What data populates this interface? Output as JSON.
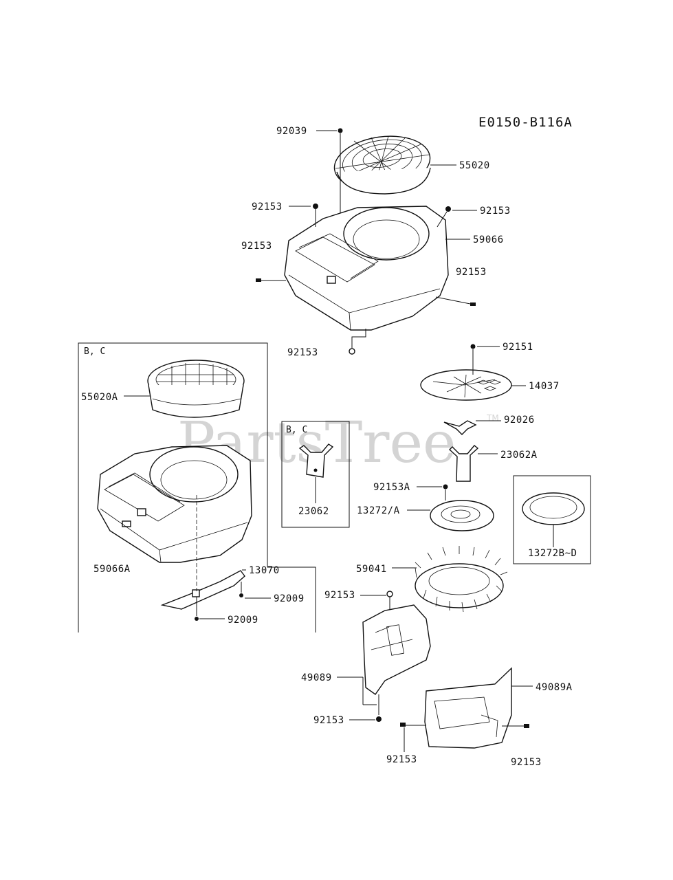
{
  "diagram_code": "E0150-B116A",
  "watermark": {
    "text": "PartsTree",
    "trademark": "TM"
  },
  "group_labels": {
    "left_box": "B, C",
    "inner_box": "B, C"
  },
  "parts": {
    "p92039": "92039",
    "p55020": "55020",
    "p92153_a": "92153",
    "p92153_b": "92153",
    "p92153_c": "92153",
    "p59066": "59066",
    "p92153_d": "92153",
    "p92153_e": "92153",
    "p92151": "92151",
    "p14037": "14037",
    "p92026": "92026",
    "p23062A": "23062A",
    "p92153A": "92153A",
    "p13272A": "13272/A",
    "p13272BD": "13272B~D",
    "p59041": "59041",
    "p92153_f": "92153",
    "p49089": "49089",
    "p49089A": "49089A",
    "p92153_g": "92153",
    "p92153_h": "92153",
    "p92153_i": "92153",
    "p55020A": "55020A",
    "p59066A": "59066A",
    "p13070": "13070",
    "p92009_a": "92009",
    "p92009_b": "92009",
    "p23062": "23062"
  }
}
